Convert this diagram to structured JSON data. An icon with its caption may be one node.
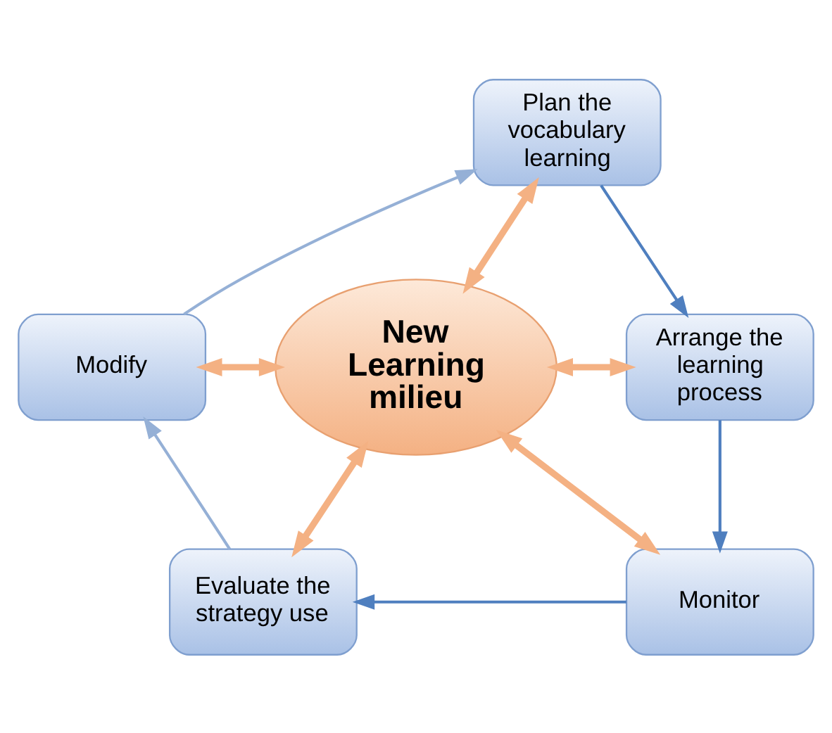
{
  "diagram": {
    "nodes": [
      {
        "text": [
          "Plan the vocabulary learning"
        ]
      },
      {
        "text": [
          "Modify"
        ]
      },
      {
        "text": [
          "New Learning milieu"
        ]
      },
      {
        "text": [
          "Arrange the learning process"
        ]
      },
      {
        "text": [
          "Evaluate the strategy use"
        ]
      },
      {
        "text": [
          "Monitor"
        ]
      }
    ],
    "edges": [
      {
        "from": 0,
        "to": 3,
        "arrow": "to",
        "color": "#4f7fbf"
      },
      {
        "from": 3,
        "to": 5,
        "arrow": "to",
        "color": "#4f7fbf"
      },
      {
        "from": 5,
        "to": 4,
        "arrow": "to",
        "color": "#4f7fbf"
      },
      {
        "from": 4,
        "to": 1,
        "arrow": "to",
        "color": "#95b0d6"
      },
      {
        "from": 1,
        "to": 0,
        "arrow": "to",
        "color": "#95b0d6"
      },
      {
        "from": 0,
        "to": 2,
        "arrow": "both",
        "style": "thick",
        "color": "#f4b183"
      },
      {
        "from": 2,
        "to": 3,
        "arrow": "both",
        "style": "thick",
        "color": "#f4b183"
      },
      {
        "from": 2,
        "to": 5,
        "arrow": "both",
        "style": "thick",
        "color": "#f4b183"
      },
      {
        "from": 2,
        "to": 4,
        "arrow": "both",
        "style": "thick",
        "color": "#f4b183"
      },
      {
        "from": 1,
        "to": 2,
        "arrow": "both",
        "style": "thick",
        "color": "#f4b183"
      }
    ]
  }
}
